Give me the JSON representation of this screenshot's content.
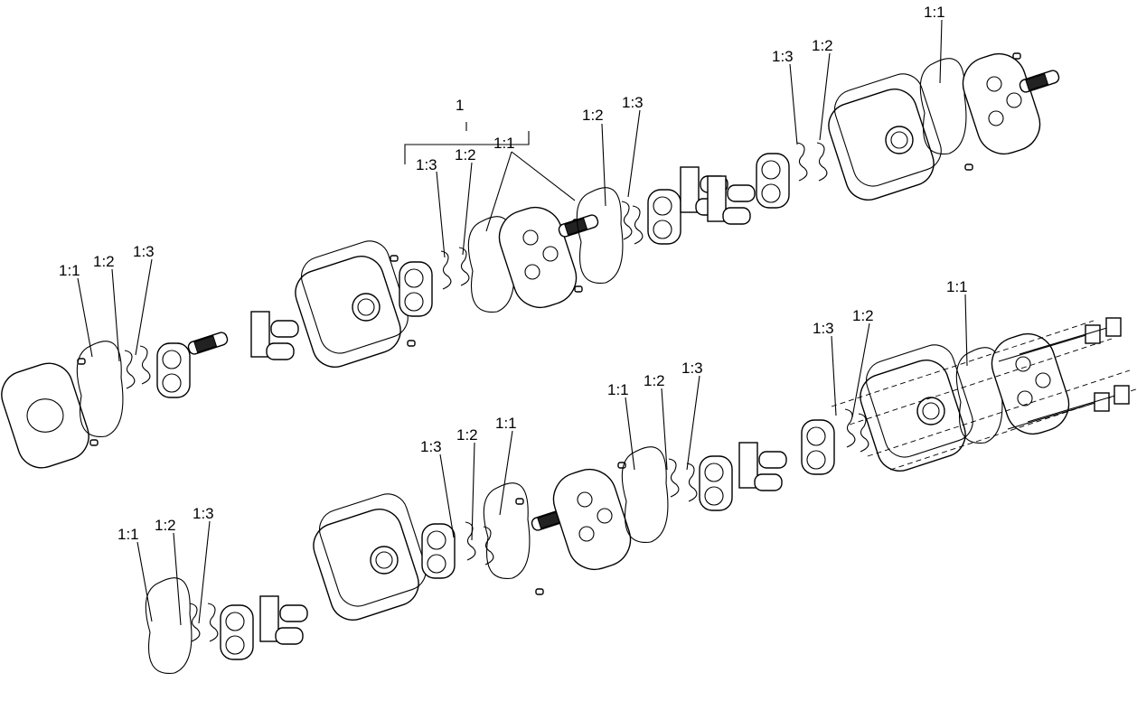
{
  "diagram": {
    "group_label": "1",
    "top_assembly_labels": [
      "1:3",
      "1:2",
      "1:1",
      "1:2",
      "1:3",
      "1:3",
      "1:2",
      "1:1"
    ],
    "left_labels": [
      "1:1",
      "1:2",
      "1:3"
    ],
    "bottom_assembly_labels": [
      "1:1",
      "1:3",
      "1:2",
      "1:1",
      "1:2",
      "1:3",
      "1:3",
      "1:2",
      "1:1"
    ],
    "bottom_left_labels": [
      "1:1",
      "1:2",
      "1:3"
    ]
  }
}
